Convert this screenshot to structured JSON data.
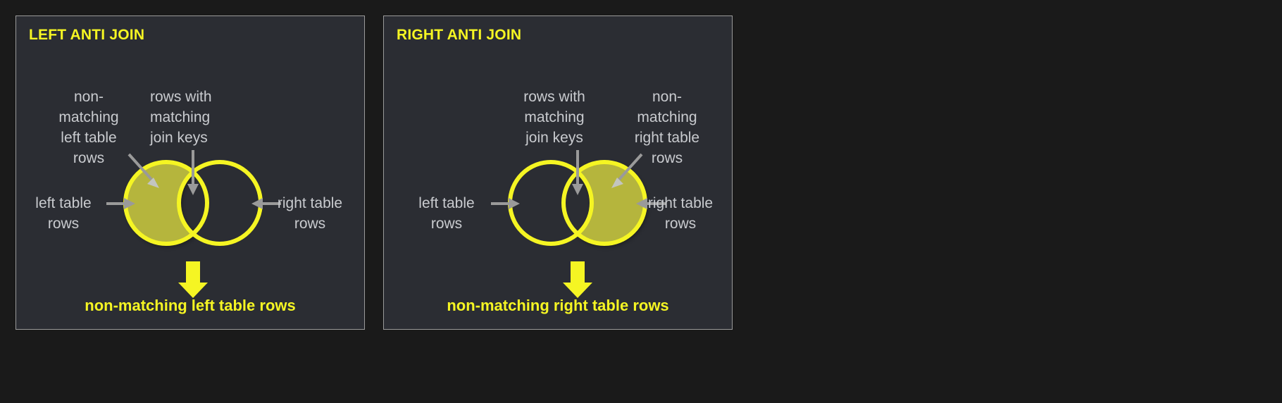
{
  "colors": {
    "page_background": "#1a1a1a",
    "panel_background": "#2b2d33",
    "panel_border": "#9a9a9a",
    "accent_yellow": "#f5f523",
    "fill_olive": "#b5b53c",
    "label_gray": "#c9cbcf",
    "arrow_gray": "#9a9a9a"
  },
  "panels": [
    {
      "id": "left-anti-join",
      "title": "LEFT ANTI JOIN",
      "labels": {
        "top_left": "non-\nmatching\nleft table\nrows",
        "top_right": "rows with\nmatching\njoin keys",
        "side_left": "left table\nrows",
        "side_right": "right table\nrows"
      },
      "result_caption": "non-matching left table rows",
      "highlighted_region": "left-only",
      "icons": {
        "pointer_to_fill": "arrow-diagonal-icon",
        "pointer_to_overlap": "arrow-down-icon",
        "pointer_from_left": "arrow-right-icon",
        "pointer_from_right": "arrow-left-icon",
        "result_arrow": "arrow-down-thick-icon"
      }
    },
    {
      "id": "right-anti-join",
      "title": "RIGHT ANTI JOIN",
      "labels": {
        "top_left": "rows with\nmatching\njoin keys",
        "top_right": "non-\nmatching\nright table\nrows",
        "side_left": "left table\nrows",
        "side_right": "right table\nrows"
      },
      "result_caption": "non-matching right table rows",
      "highlighted_region": "right-only",
      "icons": {
        "pointer_to_fill": "arrow-diagonal-icon",
        "pointer_to_overlap": "arrow-down-icon",
        "pointer_from_left": "arrow-right-icon",
        "pointer_from_right": "arrow-left-icon",
        "result_arrow": "arrow-down-thick-icon"
      }
    }
  ]
}
